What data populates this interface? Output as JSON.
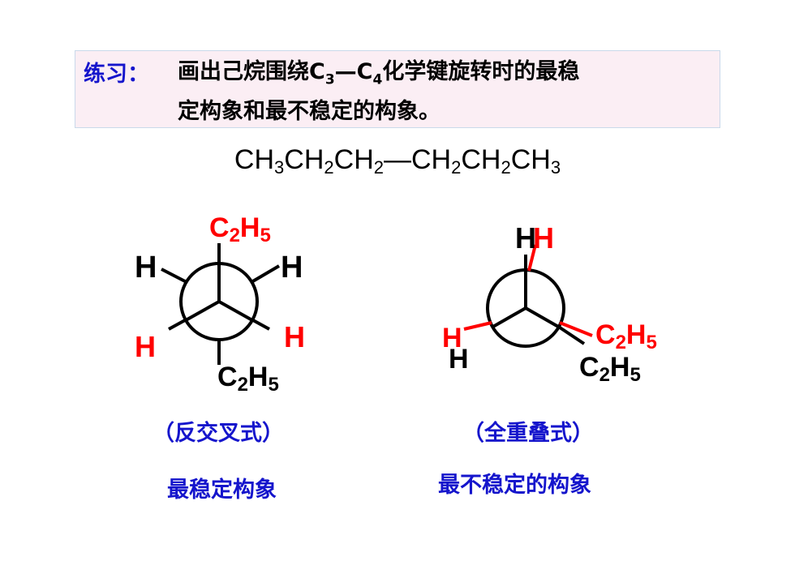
{
  "exercise": {
    "label": "练习：",
    "line1": "画出己烷围绕C",
    "c3_sub": "3",
    "dash": "—C",
    "c4_sub": "4",
    "line1_end": "化学键旋转时的最稳",
    "line2": "定构象和最不稳定的构象。"
  },
  "formula": {
    "part1": "CH",
    "sub1": "3",
    "part2": "CH",
    "sub2": "2",
    "part3": "CH",
    "sub3": "2",
    "bond": "—",
    "part4": "CH",
    "sub4": "2",
    "part5": "CH",
    "sub5": "2",
    "part6": "CH",
    "sub6": "3"
  },
  "anti": {
    "top_group": "C",
    "top_sub1": "2",
    "top_h": "H",
    "top_sub2": "5",
    "h_left_top": "H",
    "h_right_top": "H",
    "h_left_bottom": "H",
    "h_right_bottom": "H",
    "bottom_group": "C",
    "bottom_sub1": "2",
    "bottom_h": "H",
    "bottom_sub2": "5",
    "caption": "（反交叉式）",
    "description": "最稳定构象"
  },
  "eclipsed": {
    "h_top_black": "H",
    "h_top_red": "H",
    "h_left_red": "H",
    "h_left_black": "H",
    "right_red_group": "C",
    "right_red_sub1": "2",
    "right_red_h": "H",
    "right_red_sub2": "5",
    "right_black_group": "C",
    "right_black_sub1": "2",
    "right_black_h": "H",
    "right_black_sub2": "5",
    "caption": "（全重叠式）",
    "description": "最不稳定的构象"
  },
  "colors": {
    "front_atoms": "#ff0000",
    "back_atoms": "#000000",
    "caption": "#1515cc",
    "box_bg": "#fbeef4"
  }
}
